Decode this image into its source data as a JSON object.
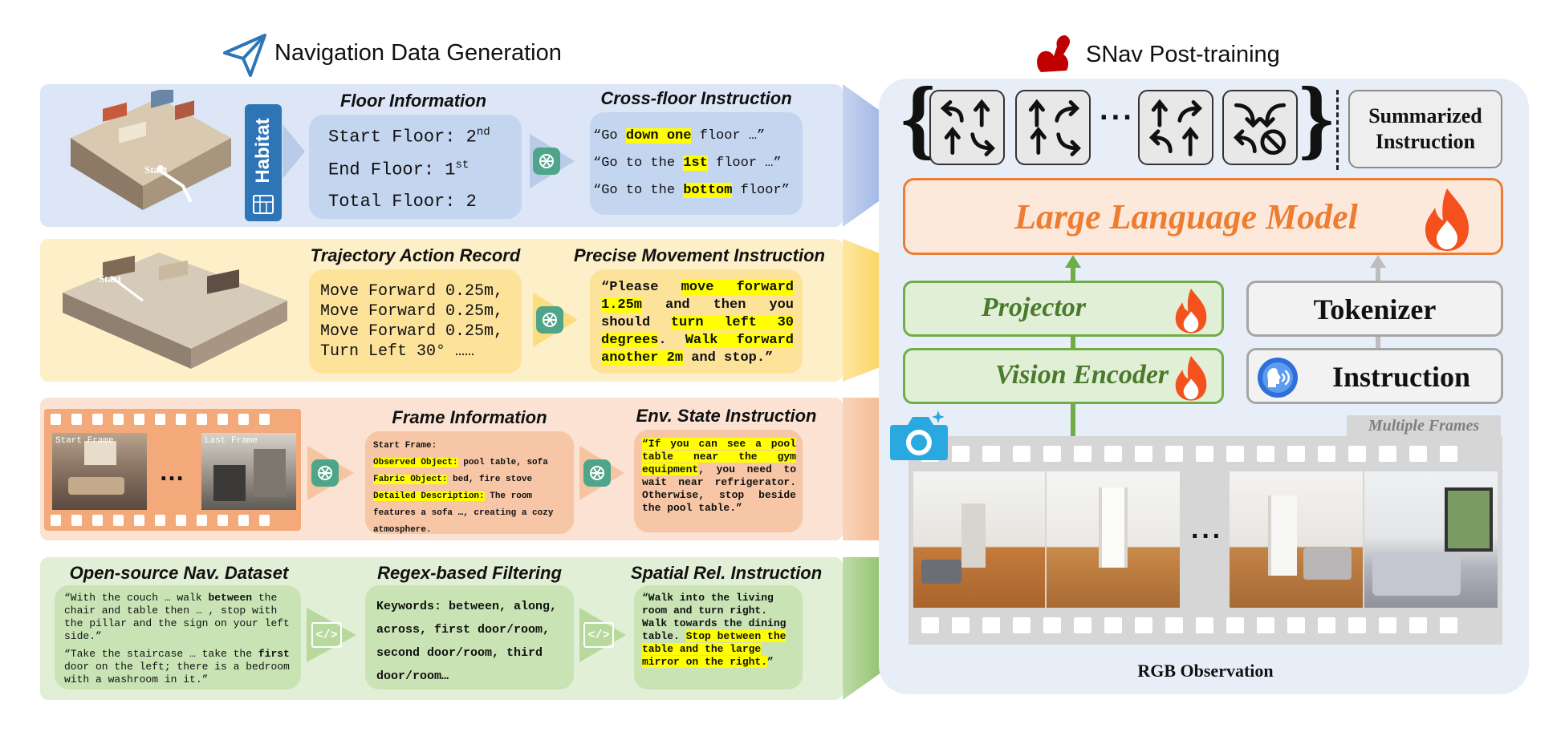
{
  "left": {
    "title": "Navigation Data Generation",
    "row1": {
      "habitat_label": "Habitat",
      "house_marker": "Start",
      "floor_heading": "Floor Information",
      "floor_lines": [
        {
          "key": "Start Floor:",
          "val": "2",
          "sup": "nd"
        },
        {
          "key": "End Floor:",
          "val": "1",
          "sup": "st"
        },
        {
          "key": "Total Floor:",
          "val": "2",
          "sup": ""
        }
      ],
      "instr_heading": "Cross-floor Instruction",
      "instr_lines": [
        {
          "pre": "“Go ",
          "hl": "down one",
          "post": " floor …”"
        },
        {
          "pre": "“Go to the ",
          "hl": "1st",
          "post": " floor …”"
        },
        {
          "pre": "“Go to the ",
          "hl": "bottom",
          "post": " floor”"
        }
      ]
    },
    "row2": {
      "house_marker": "Start",
      "record_heading": "Trajectory Action Record",
      "record_lines": [
        "Move Forward 0.25m,",
        "Move Forward 0.25m,",
        "Move Forward 0.25m,",
        "Turn Left 30° ……"
      ],
      "instr_heading": "Precise Movement Instruction",
      "instr_segments": [
        {
          "t": "“Please ",
          "h": false
        },
        {
          "t": "move forward 1.25m",
          "h": true
        },
        {
          "t": " and then you should ",
          "h": false
        },
        {
          "t": "turn left 30 degrees",
          "h": true
        },
        {
          "t": ". ",
          "h": false
        },
        {
          "t": "Walk forward another 2m",
          "h": true
        },
        {
          "t": " and stop.”",
          "h": false
        }
      ]
    },
    "row3": {
      "start_frame_label": "Start Frame",
      "last_frame_label": "Last Frame",
      "ellipsis": "…",
      "frame_heading": "Frame Information",
      "frame_intro": "Start Frame:",
      "frame_fields": [
        {
          "k": "Observed Object:",
          "v": " pool table, sofa"
        },
        {
          "k": "Fabric Object:",
          "v": " bed, fire stove"
        },
        {
          "k": "Detailed Description:",
          "v": " The room features a sofa …, creating a cozy atmosphere."
        }
      ],
      "instr_heading": "Env. State Instruction",
      "instr_segments": [
        {
          "t": "“If you can see a pool table near the gym equipment",
          "h": true
        },
        {
          "t": ", you need to wait near refrigerator. Otherwise, stop beside the pool table.”",
          "h": false
        }
      ]
    },
    "row4": {
      "dataset_heading": "Open-source Nav. Dataset",
      "dataset_p1": [
        {
          "t": "“With the couch … walk ",
          "b": false
        },
        {
          "t": "between",
          "b": true
        },
        {
          "t": " the chair and table then … , stop with the pillar and the sign on your left side.”",
          "b": false
        }
      ],
      "dataset_p2": [
        {
          "t": "“Take the staircase … take the ",
          "b": false
        },
        {
          "t": "first",
          "b": true
        },
        {
          "t": " door on the left; there is a bedroom with a washroom in it.”",
          "b": false
        }
      ],
      "filter_heading": "Regex-based Filtering",
      "filter_text": "Keywords: between, along, across, first door/room, second door/room, third door/room…",
      "instr_heading": "Spatial Rel. Instruction",
      "instr_segments": [
        {
          "t": "“Walk into the living room and turn right.  Walk towards the dining table.  ",
          "h": false
        },
        {
          "t": "Stop between the table and the large mirror on the right.",
          "h": true
        },
        {
          "t": "”",
          "h": false
        }
      ]
    }
  },
  "right": {
    "title": "SNav Post-training",
    "summarized_label": "Summarized Instruction",
    "actions_ellipsis": "···",
    "llm_label": "Large Language Model",
    "projector_label": "Projector",
    "vision_label": "Vision Encoder",
    "tokenizer_label": "Tokenizer",
    "instruction_label": "Instruction",
    "multiple_frames_label": "Multiple Frames",
    "frames_ellipsis": "···",
    "rgb_label": "RGB Observation"
  },
  "colors": {
    "row1": "#dde6f7",
    "row1_box": "#c4d5f0",
    "row2": "#fdf0c8",
    "row2_box": "#fde29a",
    "row3": "#fbe2d2",
    "row3_box": "#f6c6a6",
    "row4": "#e1efd6",
    "row4_box": "#c9e3b5",
    "llm_fill": "#fce9dc",
    "llm_text": "#ed7d31",
    "green_border": "#70ad47",
    "green_text": "#4a7a2c",
    "right_panel": "#e8eef8",
    "habitat": "#2e75b6"
  }
}
